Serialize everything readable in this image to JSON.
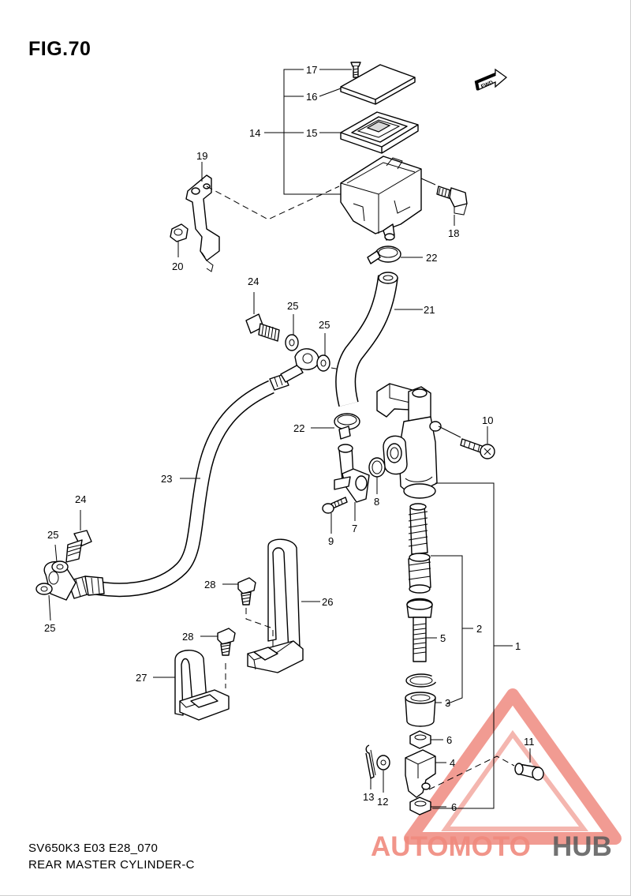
{
  "figure": {
    "title": "FIG.70",
    "code": "SV650K3 E03 E28_070",
    "name": "REAR MASTER CYLINDER-C",
    "fwd_label": "FWD"
  },
  "callouts": [
    "1",
    "2",
    "3",
    "4",
    "5",
    "6",
    "6",
    "7",
    "8",
    "9",
    "10",
    "11",
    "12",
    "13",
    "14",
    "15",
    "16",
    "17",
    "18",
    "19",
    "20",
    "21",
    "22",
    "22",
    "23",
    "24",
    "24",
    "25",
    "25",
    "25",
    "25",
    "26",
    "27",
    "28",
    "28"
  ],
  "watermark": {
    "part1": "AUTOMOTO",
    "part2": "HUB",
    "color_primary": "#ef7a6e",
    "color_secondary": "#555555"
  }
}
